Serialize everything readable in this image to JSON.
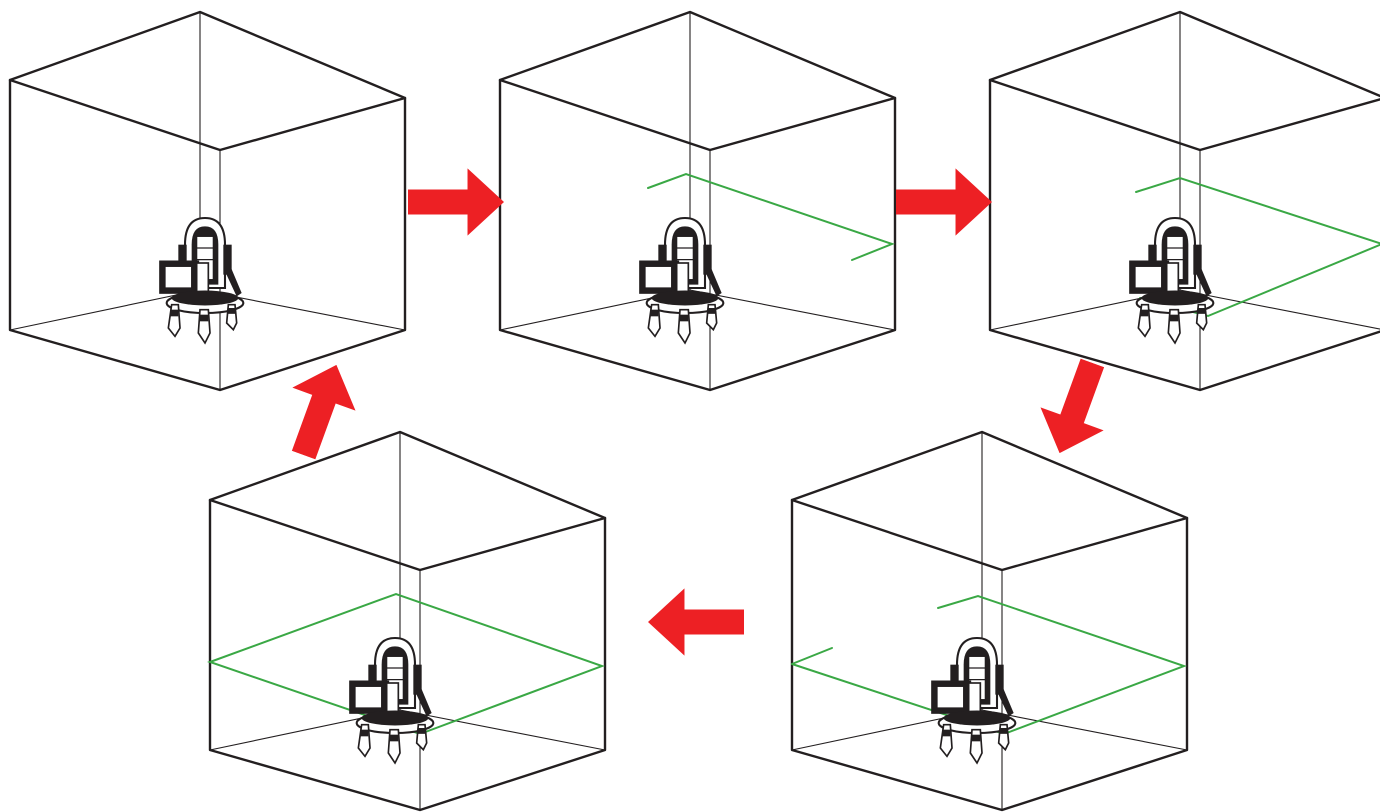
{
  "diagram": {
    "steps": [
      {
        "mode": "off",
        "lasers": []
      },
      {
        "mode": "partial-horizontal",
        "lasers": [
          "front-horizontal-partial"
        ]
      },
      {
        "mode": "horizontal",
        "lasers": [
          "horizontal-loop-partial"
        ]
      },
      {
        "mode": "horizontal-broken",
        "lasers": [
          "horizontal-loop",
          "horizontal-front-partial"
        ]
      },
      {
        "mode": "full-horizontal",
        "lasers": [
          "horizontal-loop-full"
        ]
      }
    ],
    "flow": [
      "1-to-2",
      "2-to-3",
      "3-to-4",
      "4-to-5",
      "5-to-1"
    ],
    "colors": {
      "laser": "#3aa845",
      "arrow": "#ed2024",
      "outline": "#231f20",
      "device": "#231f20"
    },
    "icons": {
      "device": "laser-level-icon",
      "arrow": "red-arrow-icon"
    }
  }
}
